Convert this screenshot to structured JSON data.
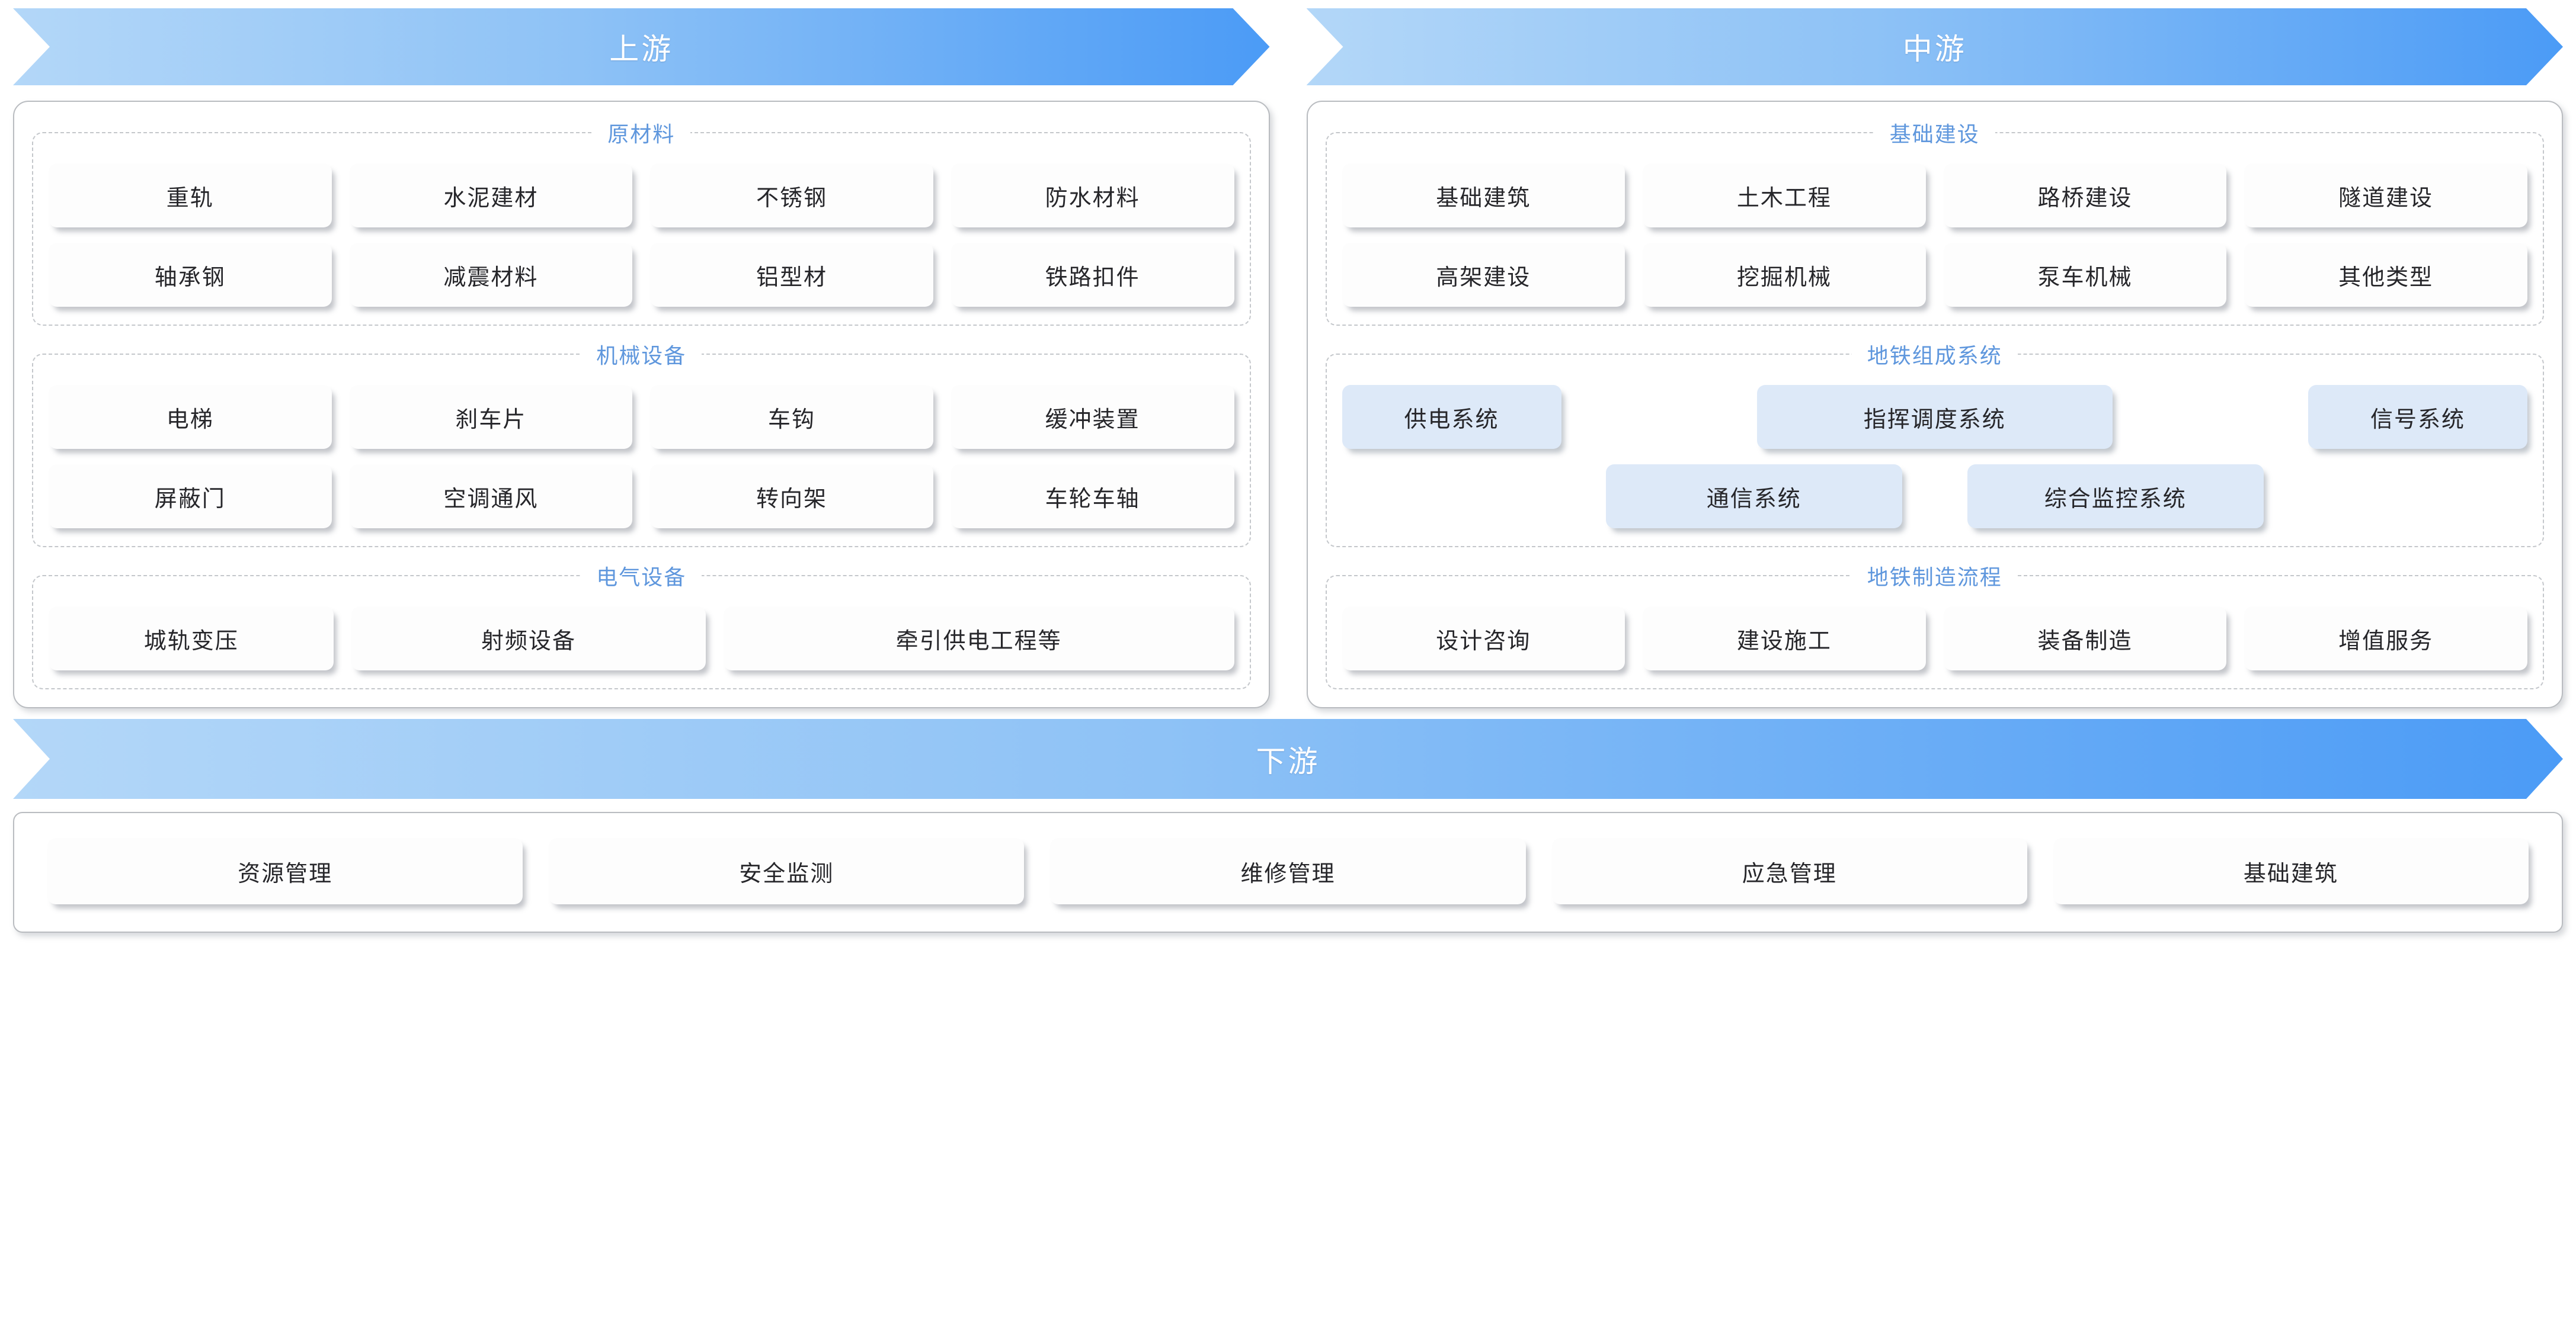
{
  "banners": {
    "upstream": "上游",
    "midstream": "中游",
    "downstream": "下游"
  },
  "colors": {
    "banner_gradient_start": "#b3d7f8",
    "banner_gradient_end": "#4b9bf6",
    "group_title": "#5f97dd",
    "chip_background": "#fdfdfd",
    "chip_background_blue": "#dde9f8",
    "panel_border": "#b9bcc0",
    "group_border": "#c4c7cb",
    "chip_text": "#26262a"
  },
  "upstream": {
    "groups": [
      {
        "title": "原材料",
        "rows": [
          [
            "重轨",
            "水泥建材",
            "不锈钢",
            "防水材料"
          ],
          [
            "轴承钢",
            "减震材料",
            "铝型材",
            "铁路扣件"
          ]
        ]
      },
      {
        "title": "机械设备",
        "rows": [
          [
            "电梯",
            "刹车片",
            "车钩",
            "缓冲装置"
          ],
          [
            "屏蔽门",
            "空调通风",
            "转向架",
            "车轮车轴"
          ]
        ]
      },
      {
        "title": "电气设备",
        "rows": [
          [
            "城轨变压",
            "射频设备",
            "牵引供电工程等"
          ]
        ]
      }
    ]
  },
  "midstream": {
    "groups": [
      {
        "title": "基础建设",
        "rows": [
          [
            "基础建筑",
            "土木工程",
            "路桥建设",
            "隧道建设"
          ],
          [
            "高架建设",
            "挖掘机械",
            "泵车机械",
            "其他类型"
          ]
        ]
      },
      {
        "title": "地铁组成系统",
        "rows": [
          [
            "供电系统",
            "指挥调度系统",
            "信号系统"
          ],
          [
            "通信系统",
            "综合监控系统"
          ]
        ]
      },
      {
        "title": "地铁制造流程",
        "rows": [
          [
            "设计咨询",
            "建设施工",
            "装备制造",
            "增值服务"
          ]
        ]
      }
    ]
  },
  "downstream": {
    "items": [
      "资源管理",
      "安全监测",
      "维修管理",
      "应急管理",
      "基础建筑"
    ]
  }
}
